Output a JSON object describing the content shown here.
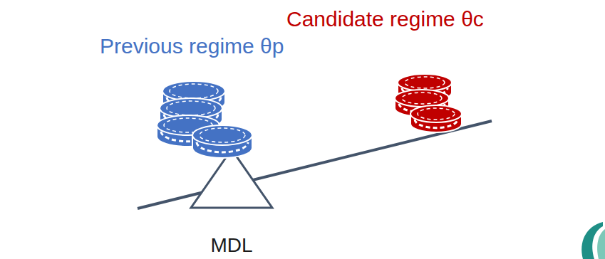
{
  "diagram": {
    "labels": [
      "Previous regime θp",
      "Candidate regime θc",
      "MDL"
    ]
  }
}
